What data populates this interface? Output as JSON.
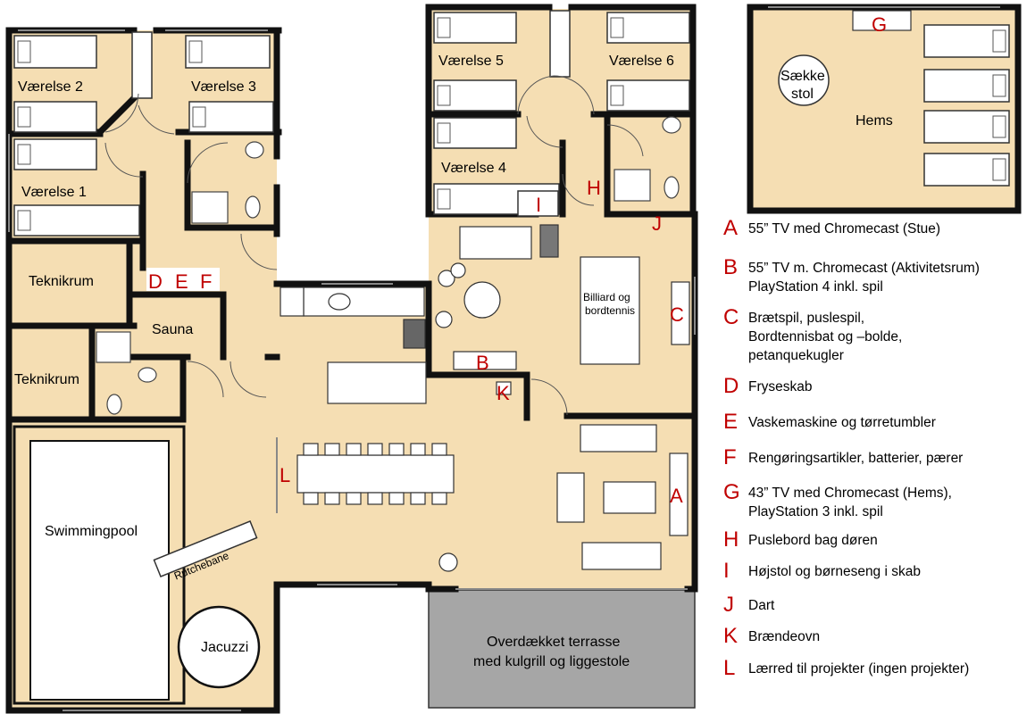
{
  "rooms": {
    "vaerelse2": "Værelse 2",
    "vaerelse3": "Værelse 3",
    "vaerelse1": "Værelse 1",
    "vaerelse5": "Værelse 5",
    "vaerelse6": "Værelse 6",
    "vaerelse4": "Værelse 4",
    "teknikrum_top": "Teknikrum",
    "teknikrum_bottom": "Teknikrum",
    "sauna": "Sauna",
    "swimmingpool": "Swimmingpool",
    "rutchebane": "Rutchebane",
    "jacuzzi": "Jacuzzi",
    "hems": "Hems",
    "saekkestol_1": "Sække",
    "saekkestol_2": "stol",
    "billiard_1": "Billiard og",
    "billiard_2": "bordtennis",
    "terrasse_1": "Overdækket terrasse",
    "terrasse_2": "med kulgrill og liggestole"
  },
  "markers": {
    "A": "A",
    "B": "B",
    "C": "C",
    "D": "D",
    "E": "E",
    "F": "F",
    "G": "G",
    "H": "H",
    "I": "I",
    "J": "J",
    "K": "K",
    "L": "L"
  },
  "legend": [
    {
      "letter": "A",
      "text": "55” TV med Chromecast (Stue)"
    },
    {
      "letter": "B",
      "text": "55” TV m. Chromecast (Aktivitetsrum)\nPlayStation 4 inkl. spil"
    },
    {
      "letter": "C",
      "text": "Brætspil, puslespil,\nBordtennisbat og –bolde,\npetanquekugler"
    },
    {
      "letter": "D",
      "text": "Fryseskab"
    },
    {
      "letter": "E",
      "text": "Vaskemaskine og tørretumbler"
    },
    {
      "letter": "F",
      "text": "Rengøringsartikler, batterier, pærer"
    },
    {
      "letter": "G",
      "text": "43” TV med Chromecast (Hems),\nPlayStation 3 inkl. spil"
    },
    {
      "letter": "H",
      "text": "Puslebord bag døren"
    },
    {
      "letter": "I",
      "text": "Højstol og børneseng i skab"
    },
    {
      "letter": "J",
      "text": "Dart"
    },
    {
      "letter": "K",
      "text": "Brændeovn"
    },
    {
      "letter": "L",
      "text": "Lærred til projekter (ingen projekter)"
    }
  ],
  "colors": {
    "floor": "#f5deb3",
    "wall": "#111111",
    "marker": "#c00000",
    "terrace": "#a6a6a6",
    "pool_deck": "#f5deb3"
  }
}
